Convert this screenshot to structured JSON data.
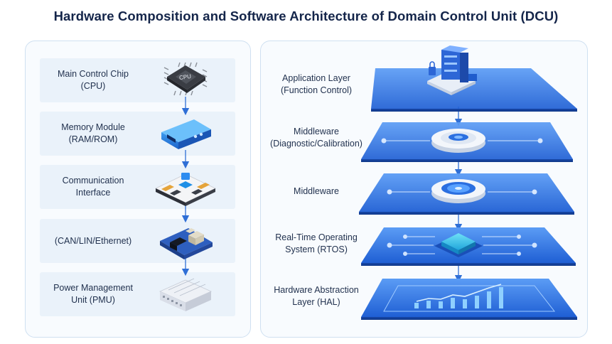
{
  "title": "Hardware Composition and Software Architecture of Domain Control Unit (DCU)",
  "hardware": {
    "items": [
      {
        "label": "Main Control Chip\n(CPU)",
        "icon": "cpu-chip-icon"
      },
      {
        "label": "Memory Module\n(RAM/ROM)",
        "icon": "memory-module-icon"
      },
      {
        "label": "Communication\nInterface",
        "icon": "circuit-board-icon"
      },
      {
        "label": "(CAN/LIN/Ethernet)",
        "icon": "network-module-icon"
      },
      {
        "label": "Power Management\nUnit (PMU)",
        "icon": "power-unit-icon"
      }
    ],
    "cpu_chip_text": "CPU"
  },
  "software": {
    "layers": [
      {
        "label": "Application Layer\n(Function Control)",
        "icon": "server-stack-icon"
      },
      {
        "label": "Middleware\n(Diagnostic/Calibration)",
        "icon": "diagnostic-disc-icon"
      },
      {
        "label": "Middleware",
        "icon": "calibration-disc-icon"
      },
      {
        "label": "Real-Time Operating\nSystem (RTOS)",
        "icon": "chip-block-icon"
      },
      {
        "label": "Hardware Abstraction\nLayer (HAL)",
        "icon": "bar-graph-icon"
      }
    ]
  },
  "colors": {
    "title": "#14254a",
    "panel_border": "#cfe0f1",
    "card_bg": "#eaf2fa",
    "arrow": "#2f6fd6",
    "layer_blue": "#2a6fe0"
  }
}
